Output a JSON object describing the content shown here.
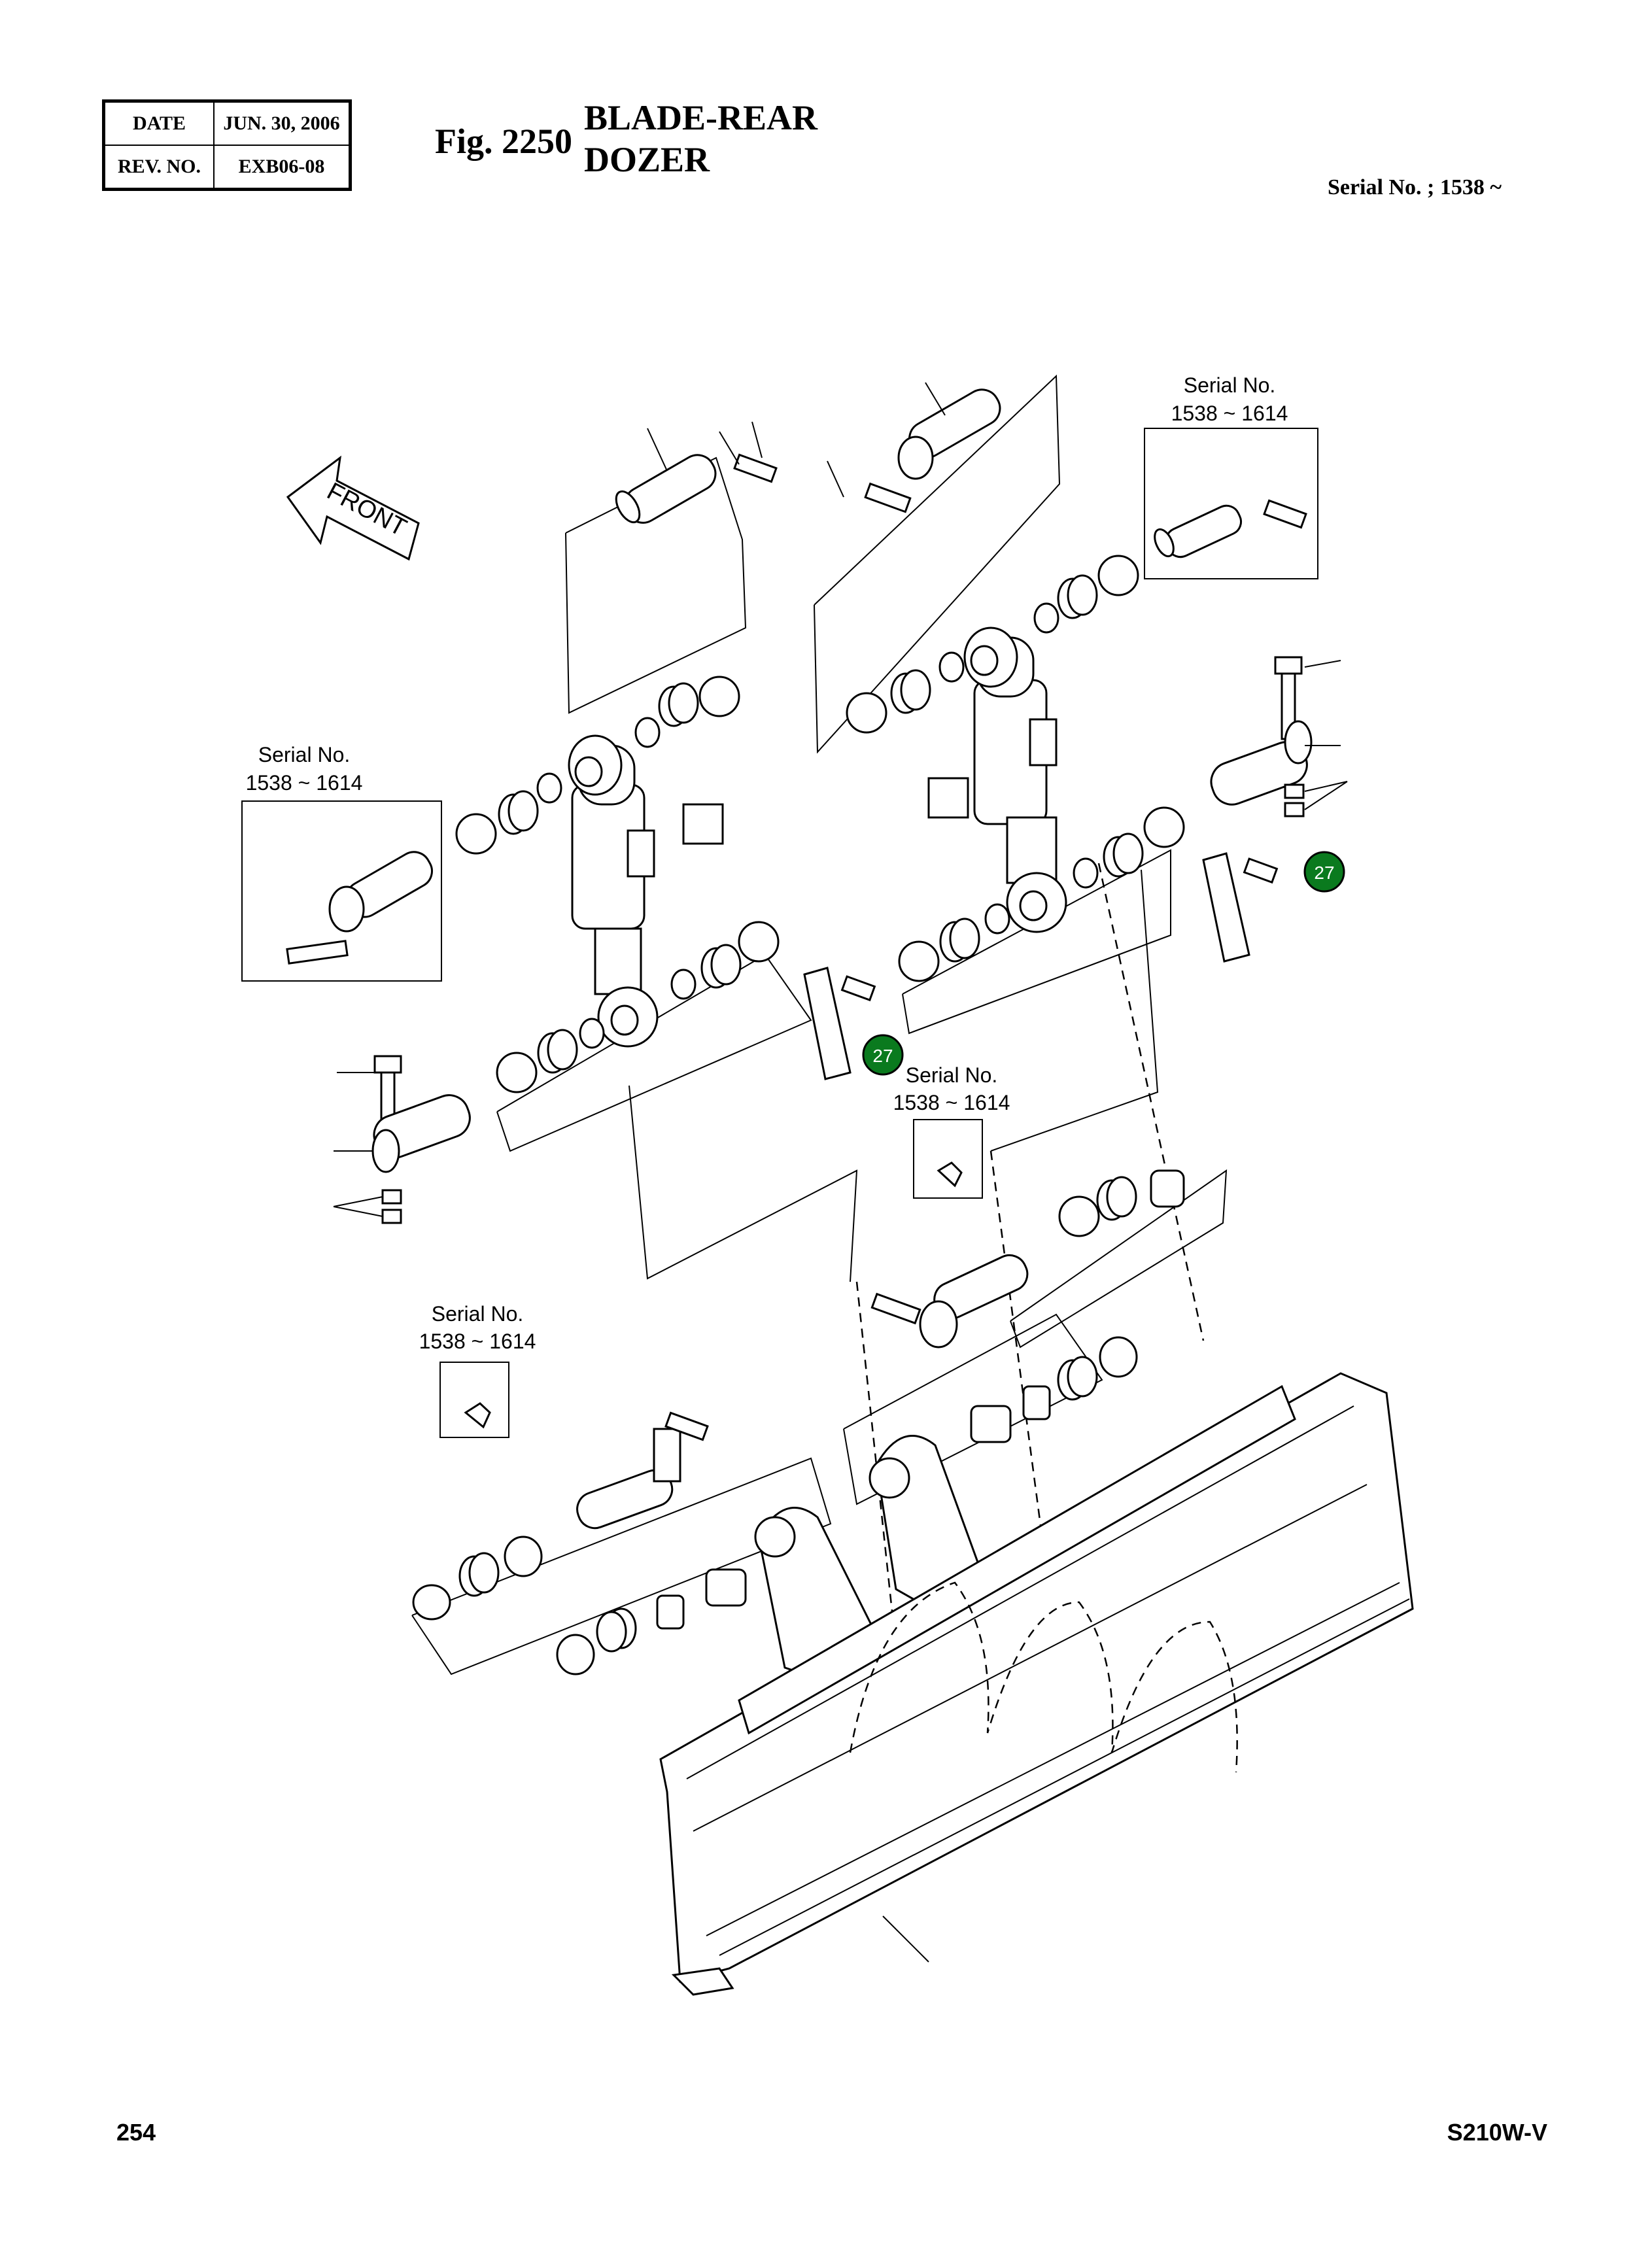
{
  "header": {
    "date_label": "DATE",
    "date_value": "JUN. 30, 2006",
    "rev_label": "REV. NO.",
    "rev_value": "EXB06-08",
    "fig_number": "Fig. 2250",
    "title_line1": "BLADE-REAR",
    "title_line2": "DOZER",
    "serial": "Serial No. ; 1538 ~"
  },
  "drawing": {
    "front_label": "FRONT",
    "callouts": [
      {
        "id": "callout-left",
        "number": "27"
      },
      {
        "id": "callout-right",
        "number": "27"
      }
    ],
    "serial_boxes": [
      {
        "id": "serial-box-top-right",
        "line1": "Serial No.",
        "line2": "1538 ~ 1614"
      },
      {
        "id": "serial-box-left",
        "line1": "Serial No.",
        "line2": "1538 ~ 1614"
      },
      {
        "id": "serial-box-center",
        "line1": "Serial No.",
        "line2": "1538 ~ 1614"
      },
      {
        "id": "serial-box-lower-left",
        "line1": "Serial No.",
        "line2": "1538 ~ 1614"
      }
    ],
    "callout_color": "#0a7a1e"
  },
  "footer": {
    "page_number": "254",
    "model": "S210W-V"
  }
}
